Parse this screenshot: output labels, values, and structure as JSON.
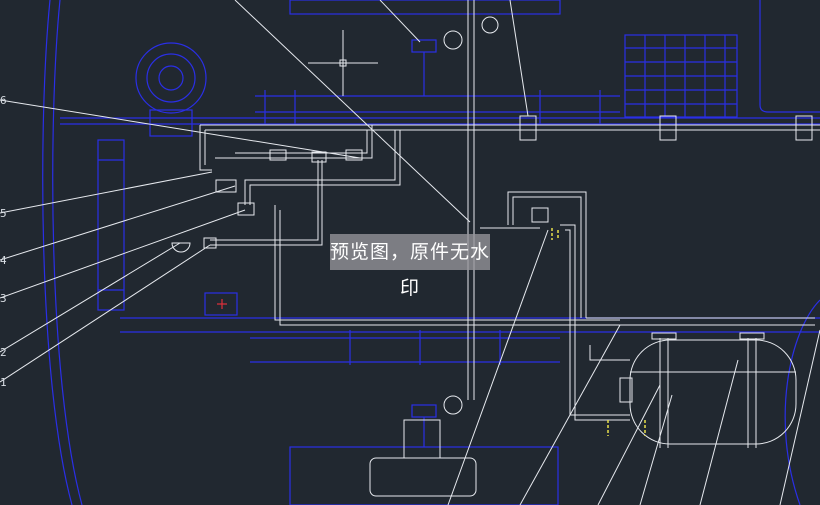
{
  "watermark": {
    "text": "预览图，原件无水印"
  },
  "leader_labels": [
    {
      "id": "label-6",
      "text": "6"
    },
    {
      "id": "label-5",
      "text": "5"
    },
    {
      "id": "label-4",
      "text": "4"
    },
    {
      "id": "label-3",
      "text": "3"
    },
    {
      "id": "label-2",
      "text": "2"
    },
    {
      "id": "label-1",
      "text": "1"
    }
  ],
  "colors": {
    "background": "#212830",
    "frame_blue": "#2a2fe6",
    "pipe_white": "#e6e9ee",
    "accent_yellow": "#e8e04a",
    "accent_red": "#e0303a"
  }
}
